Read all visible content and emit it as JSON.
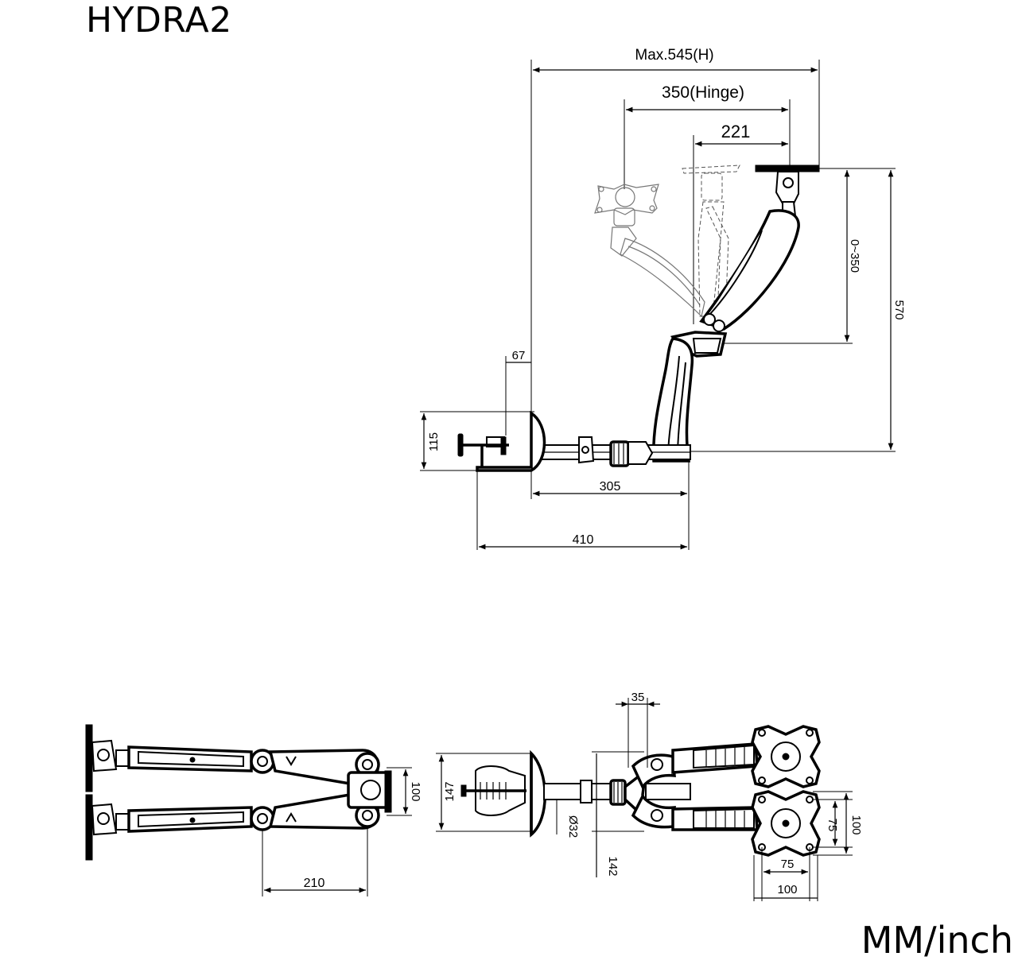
{
  "title": "HYDRA2",
  "units": "MM/inch",
  "side_view": {
    "dims": {
      "max_h": "Max.545(H)",
      "hinge": "350(Hinge)",
      "d221": "221",
      "d67": "67",
      "d115": "115",
      "d305": "305",
      "d410": "410",
      "d0_350": "0~350",
      "d570": "570"
    }
  },
  "top_view": {
    "dims": {
      "d100": "100",
      "d210": "210"
    }
  },
  "front_view": {
    "dims": {
      "d147": "147",
      "d32": "Ø32",
      "d142": "142",
      "d35": "35",
      "vesa75_h": "75",
      "vesa100_h": "100",
      "vesa75_v": "75",
      "vesa100_v": "100"
    }
  }
}
